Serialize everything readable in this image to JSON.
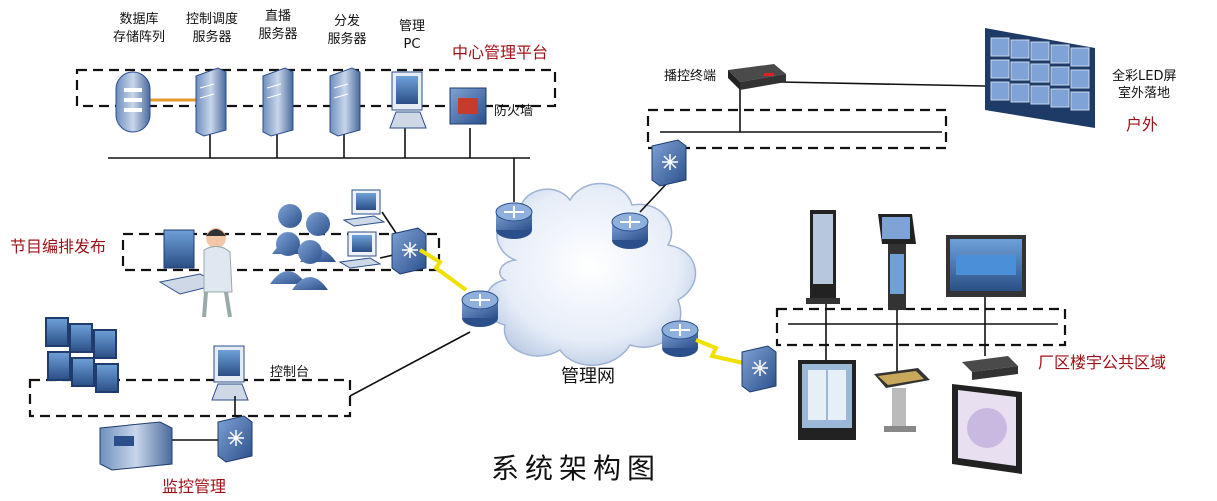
{
  "title": "系统架构图",
  "cloud_label": "管理网",
  "zones": {
    "center": "中心管理平台",
    "outdoor": "户外",
    "publish": "节目编排发布",
    "public": "厂区楼宇公共区域",
    "monitor": "监控管理"
  },
  "center_devices": [
    {
      "line1": "数据库",
      "line2": "存储阵列"
    },
    {
      "line1": "控制调度",
      "line2": "服务器"
    },
    {
      "line1": "直播",
      "line2": "服务器"
    },
    {
      "line1": "分发",
      "line2": "服务器"
    },
    {
      "line1": "管理",
      "line2": "PC"
    }
  ],
  "firewall_label": "防火墙",
  "player_label": "播控终端",
  "led_label": {
    "line1": "全彩LED屏",
    "line2": "室外落地"
  },
  "console_label": "控制台",
  "colors": {
    "zone_text": "#a01218",
    "device_blue": "#3d6aa8",
    "lightning": "#f0e000"
  }
}
